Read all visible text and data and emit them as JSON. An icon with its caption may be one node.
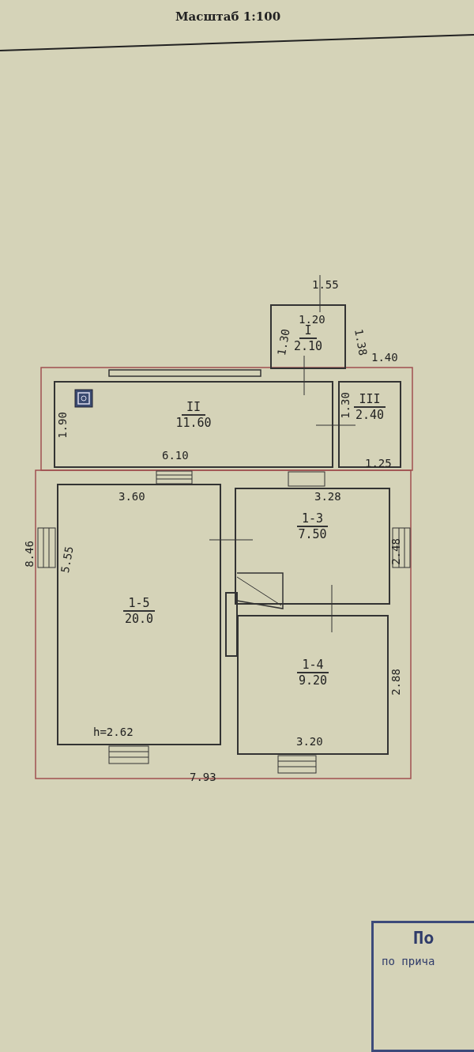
{
  "diagram": {
    "title": "Масштаб 1:100",
    "nodes": [
      {
        "text": [
          "I",
          "2.10"
        ]
      },
      {
        "text": [
          "II",
          "11.60"
        ]
      },
      {
        "text": [
          "III",
          "2.40"
        ]
      },
      {
        "text": [
          "1-3",
          "7.50"
        ]
      },
      {
        "text": [
          "1-5",
          "20.0"
        ]
      },
      {
        "text": [
          "1-4",
          "9.20"
        ]
      },
      {
        "text": [
          "По",
          "по прича"
        ]
      }
    ],
    "edges": [],
    "labels": [
      "1.55",
      "1.30",
      "1.20",
      "1.38",
      "1.40",
      "1.90",
      "1.30",
      "6.10",
      "1.25",
      "3.60",
      "3.28",
      "8.46",
      "5.55",
      "2.48",
      "2.88",
      "h=2.62",
      "3.20",
      "7.93"
    ]
  }
}
